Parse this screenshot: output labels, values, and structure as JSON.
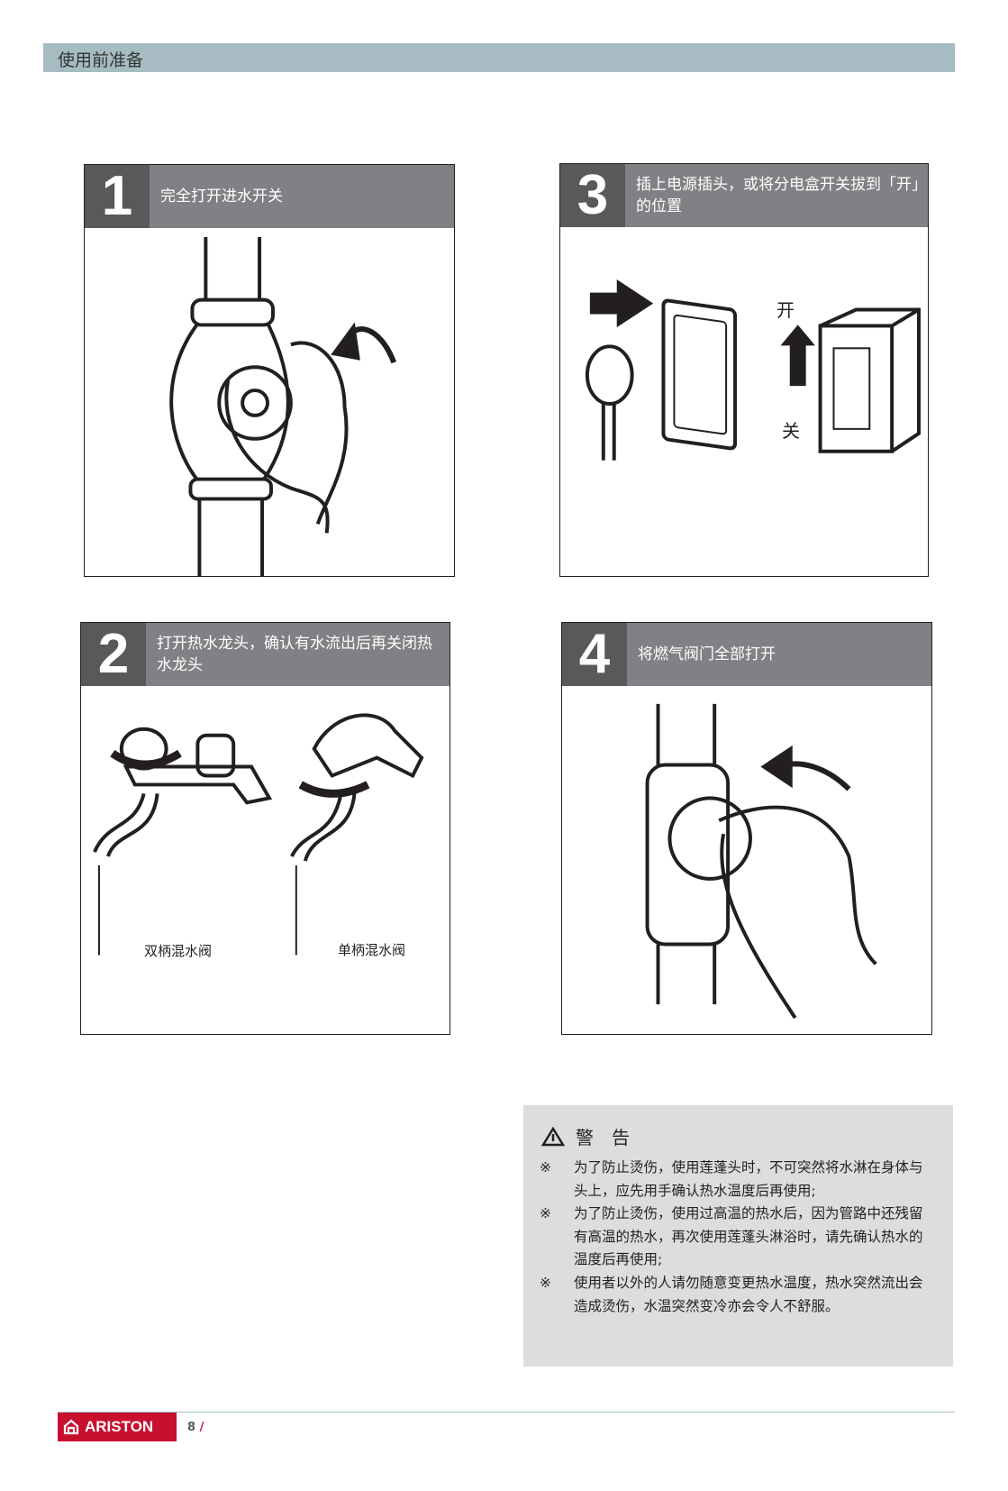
{
  "header": {
    "title": "使用前准备"
  },
  "steps": [
    {
      "num": "1",
      "text": "完全打开进水开关"
    },
    {
      "num": "3",
      "text": "插上电源插头，或将分电盒开关拔到「开」的位置",
      "on": "开",
      "off": "关"
    },
    {
      "num": "2",
      "text": "打开热水龙头，确认有水流出后再关闭热水龙头",
      "left_label": "双柄混水阀",
      "right_label": "单柄混水阀"
    },
    {
      "num": "4",
      "text": "将燃气阀门全部打开"
    }
  ],
  "warning": {
    "title": "警　告",
    "mark": "※",
    "items": [
      "为了防止烫伤，使用莲蓬头时，不可突然将水淋在身体与头上，应先用手确认热水温度后再使用;",
      "为了防止烫伤，使用过高温的热水后，因为管路中还残留有高温的热水，再次使用莲蓬头淋浴时，请先确认热水的温度后再使用;",
      "使用者以外的人请勿随意变更热水温度，热水突然流出会造成烫伤，水温突然变冷亦会令人不舒服。"
    ]
  },
  "footer": {
    "brand": "ARISTON",
    "page": "8",
    "sep": "/"
  }
}
